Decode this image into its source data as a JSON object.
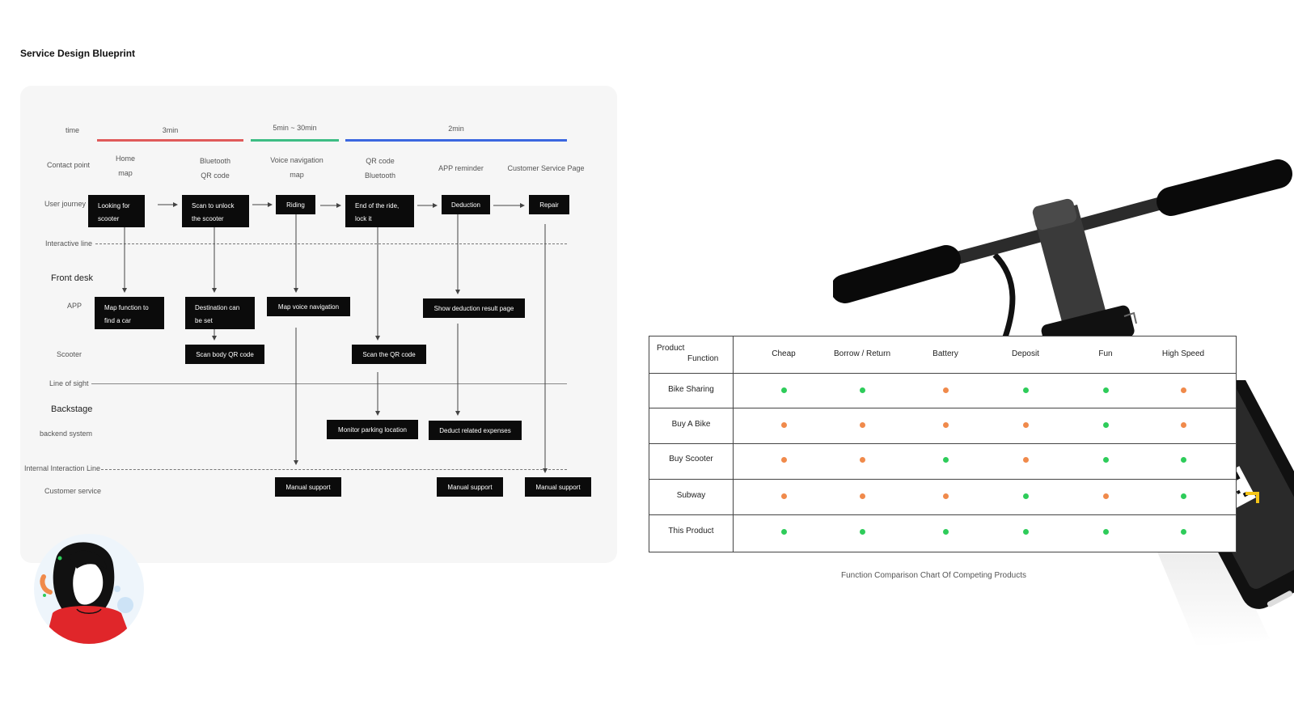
{
  "page_title": "Service Design Blueprint",
  "timeline": [
    {
      "label": "time"
    },
    {
      "label": "3min",
      "color": "#e05a5a"
    },
    {
      "label": "5min ~ 30min",
      "color": "#3dbd84"
    },
    {
      "label": "2min",
      "color": "#3b67e0"
    }
  ],
  "row_labels": {
    "contact_point": "Contact point",
    "user_journey": "User journey",
    "interactive_line": "Interactive line",
    "front_desk": "Front desk",
    "app": "APP",
    "scooter": "Scooter",
    "line_of_sight": "Line of sight",
    "backstage": "Backstage",
    "backend_system": "backend system",
    "internal_line": "Internal Interaction Line",
    "customer_service": "Customer service"
  },
  "contact_points": [
    [
      "Home",
      "map"
    ],
    [
      "Bluetooth",
      "QR code"
    ],
    [
      "Voice navigation",
      "map"
    ],
    [
      "QR code",
      "Bluetooth"
    ],
    [
      "APP reminder"
    ],
    [
      "Customer Service Page"
    ]
  ],
  "journey": [
    [
      "Looking for",
      "scooter"
    ],
    [
      "Scan to unlock",
      "the scooter"
    ],
    [
      "Riding"
    ],
    [
      "End of the ride,",
      "lock it"
    ],
    [
      "Deduction"
    ],
    [
      "Repair"
    ]
  ],
  "app_boxes": [
    [
      "Map function to",
      "find a car"
    ],
    [
      "Destination can",
      "be set"
    ],
    [
      "Map voice navigation"
    ],
    [
      "Show deduction result page"
    ]
  ],
  "scooter_boxes": [
    "Scan body QR code",
    "Scan the QR code"
  ],
  "backend_boxes": [
    "Monitor parking location",
    "Deduct related expenses"
  ],
  "support_boxes": [
    "Manual support",
    "Manual support",
    "Manual support"
  ],
  "comparison": {
    "header": {
      "product": "Product",
      "function": "Function"
    },
    "columns": [
      "Cheap",
      "Borrow / Return",
      "Battery",
      "Deposit",
      "Fun",
      "High Speed"
    ],
    "rows": [
      {
        "name": "Bike Sharing",
        "values": [
          "g",
          "g",
          "o",
          "g",
          "g",
          "o"
        ]
      },
      {
        "name": "Buy A Bike",
        "values": [
          "o",
          "o",
          "o",
          "o",
          "g",
          "o"
        ]
      },
      {
        "name": "Buy Scooter",
        "values": [
          "o",
          "o",
          "g",
          "o",
          "g",
          "g"
        ]
      },
      {
        "name": "Subway",
        "values": [
          "o",
          "o",
          "o",
          "g",
          "o",
          "g"
        ]
      },
      {
        "name": "This Product",
        "values": [
          "g",
          "g",
          "g",
          "g",
          "g",
          "g"
        ]
      }
    ],
    "colors": {
      "g": "#2ecc5a",
      "o": "#f08a4b"
    },
    "caption": "Function Comparison Chart Of Competing Products"
  }
}
